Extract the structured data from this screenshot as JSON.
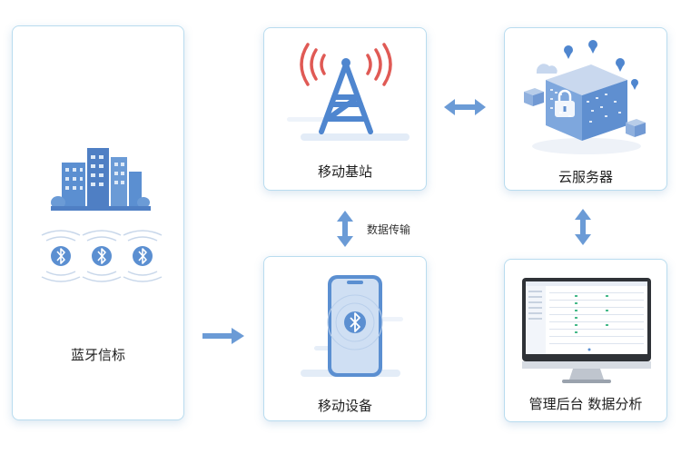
{
  "nodes": {
    "beacon": {
      "label": "蓝牙信标"
    },
    "base_station": {
      "label": "移动基站"
    },
    "cloud": {
      "label": "云服务器"
    },
    "device": {
      "label": "移动设备"
    },
    "backend": {
      "label": "管理后台 数据分析"
    }
  },
  "edges": {
    "transfer": {
      "label": "数据传输"
    }
  },
  "colors": {
    "accent_blue": "#5b8fd1",
    "arrow_blue": "#6b9bd6",
    "card_border": "#b9dcef",
    "signal_red": "#e05a55"
  },
  "icons": {
    "beacon": [
      "city-buildings-icon",
      "bluetooth-icon"
    ],
    "base_station": "signal-tower-icon",
    "cloud": "server-icon",
    "device": "phone-bluetooth-icon",
    "backend": "monitor-icon"
  }
}
